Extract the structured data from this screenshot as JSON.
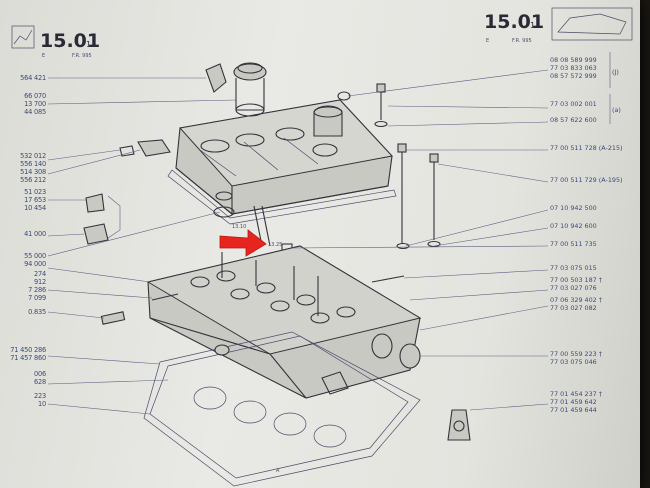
{
  "header": {
    "left": {
      "section": "15.01",
      "index": "1",
      "edition": "E",
      "ref": "F.R. 995"
    },
    "right": {
      "section": "15.01",
      "index": "1",
      "edition": "E",
      "ref": "F.R. 995"
    }
  },
  "left_refs": [
    "564 421",
    "66 070",
    "13 700",
    "44 085",
    "532 012",
    "556 140",
    "514 308",
    "556 212",
    "51 023",
    "17 653",
    "10 454",
    "41 000",
    "55 000",
    "94 000",
    "274",
    "912",
    "7 286",
    "7 099",
    "0.835",
    "71 450 286",
    "71 457 860",
    "006",
    "628",
    "223",
    "10"
  ],
  "right_refs": [
    {
      "text": "08 08 589 999"
    },
    {
      "text": "77 03 833 063"
    },
    {
      "text": "08 57 572 999"
    },
    {
      "text": "77 03 002 001"
    },
    {
      "text": "08 57 622 600"
    },
    {
      "text": "77 00 511 728 (A-215)"
    },
    {
      "text": "77 00 511 729 (A-195)"
    },
    {
      "text": "07 10 942 500"
    },
    {
      "text": "07 10 942 600"
    },
    {
      "text": "77 00 511 735"
    },
    {
      "text": "77 03 075 015"
    },
    {
      "text": "77 00 503 187 †"
    },
    {
      "text": "77 03 027 076"
    },
    {
      "text": "07 06 329 402 †"
    },
    {
      "text": "77 03 027 082"
    },
    {
      "text": "77 00 559 223 †"
    },
    {
      "text": "77 03 075 046"
    },
    {
      "text": "77 01 454 237 †"
    },
    {
      "text": "77 01 459 642"
    },
    {
      "text": "77 01 459 644"
    }
  ],
  "bracket_notes": [
    "(J)",
    "(a)"
  ],
  "callouts": {
    "c1": "13.10",
    "c2": "13.25",
    "bottom": "A"
  },
  "arrow_color": "#e8241e"
}
